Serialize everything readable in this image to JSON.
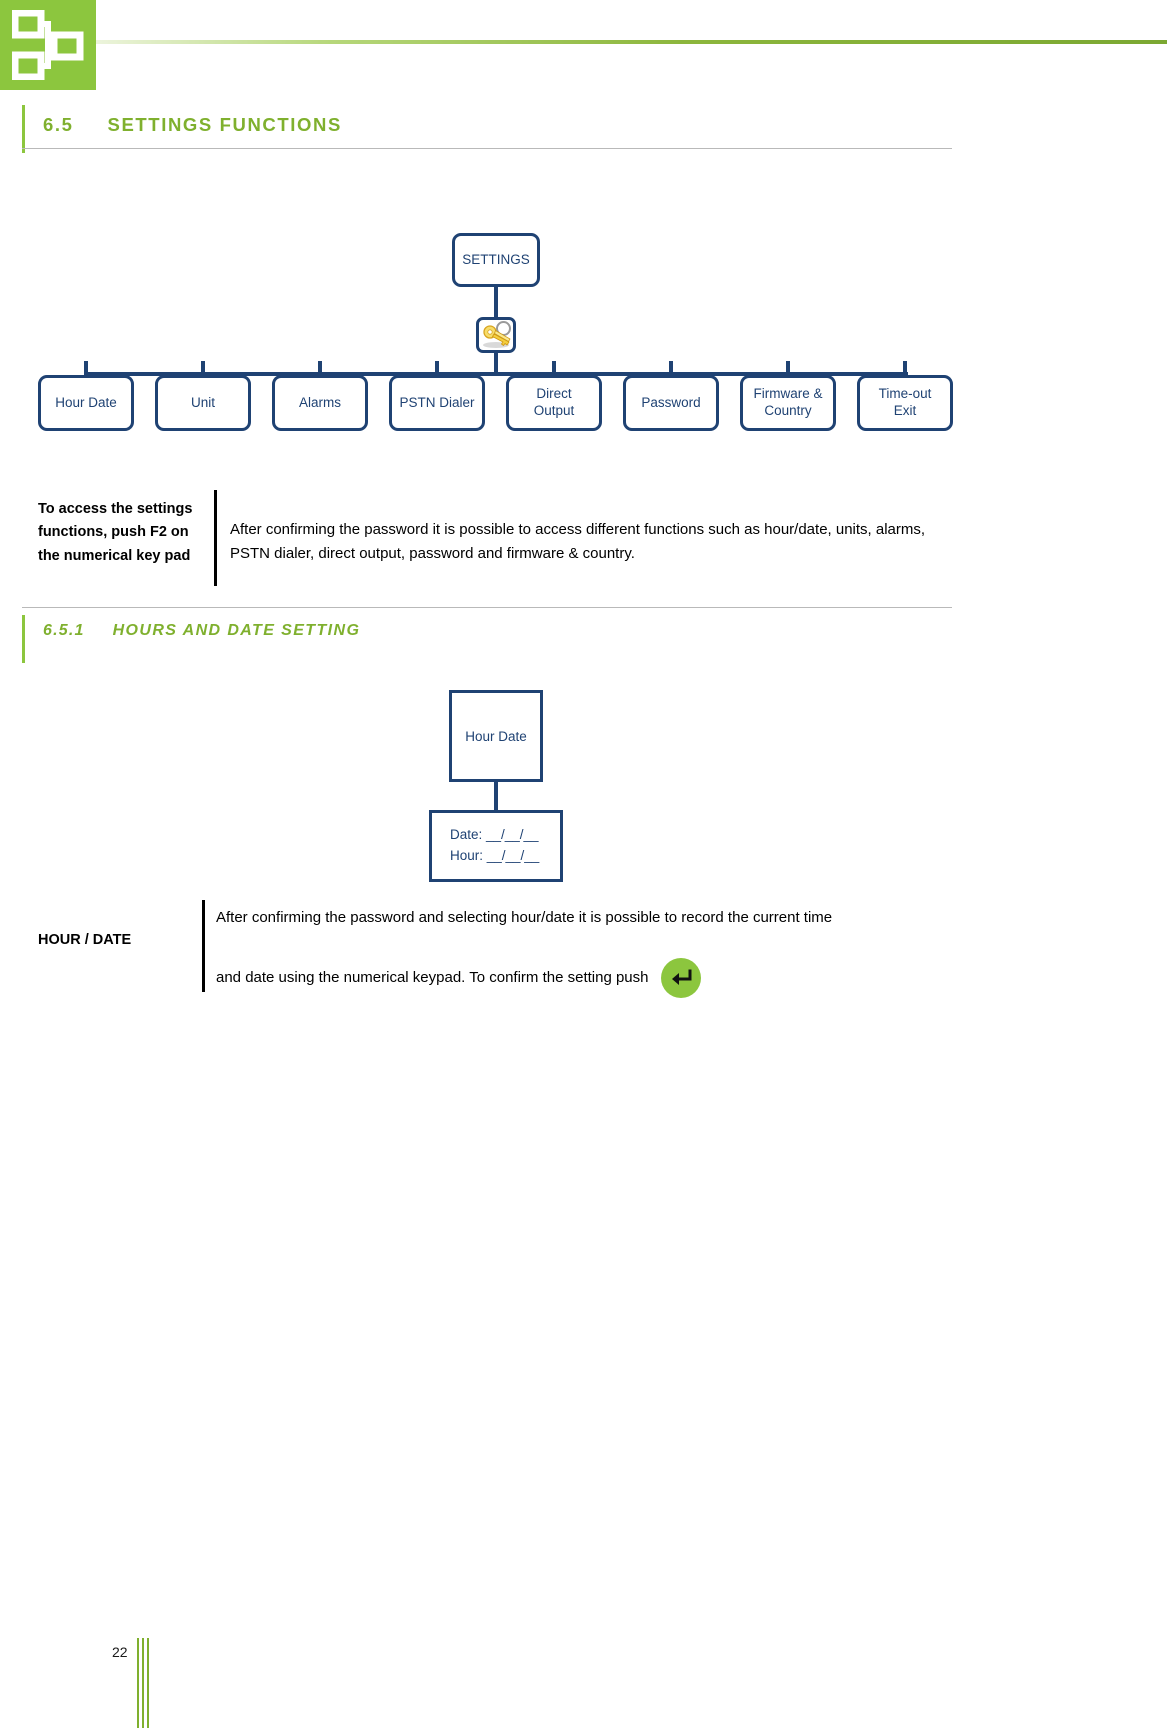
{
  "header": {
    "logo_icon": "network-hierarchy-icon"
  },
  "section": {
    "number": "6.5",
    "title": "SETTINGS FUNCTIONS"
  },
  "diagram_settings": {
    "root": "SETTINGS",
    "keys_icon": "keys-icon",
    "leaves": [
      {
        "label": "Hour  Date",
        "line2": ""
      },
      {
        "label": "Unit",
        "line2": ""
      },
      {
        "label": "Alarms",
        "line2": ""
      },
      {
        "label": "PSTN Dialer",
        "line2": ""
      },
      {
        "label": "Direct",
        "line2": "Output"
      },
      {
        "label": "Password",
        "line2": ""
      },
      {
        "label": "Firmware &",
        "line2": "Country"
      },
      {
        "label": "Time-out",
        "line2": "Exit"
      }
    ]
  },
  "callout_settings": {
    "label": "To access the settings functions, push F2 on the numerical key pad",
    "body": "After confirming the password it is possible to access different functions such as hour/date, units, alarms, PSTN dialer, direct output, password and firmware & country."
  },
  "subsection": {
    "number": "6.5.1",
    "title": "HOURS AND DATE SETTING"
  },
  "diagram_hourdate": {
    "top": "Hour  Date",
    "bottom_line1": "Date: __/__/__",
    "bottom_line2": "Hour: __/__/__"
  },
  "callout_hourdate": {
    "label": "HOUR / DATE",
    "body_line1": "After confirming the password and selecting hour/date it is possible to record the current time",
    "body_line2": "and date using the numerical keypad. To confirm the setting push",
    "enter_icon": "enter-key-icon"
  },
  "footer": {
    "page_number": "22"
  },
  "colors": {
    "brand_green": "#8cc63e",
    "heading_green": "#7fb02e",
    "diagram_navy": "#1f4273"
  }
}
